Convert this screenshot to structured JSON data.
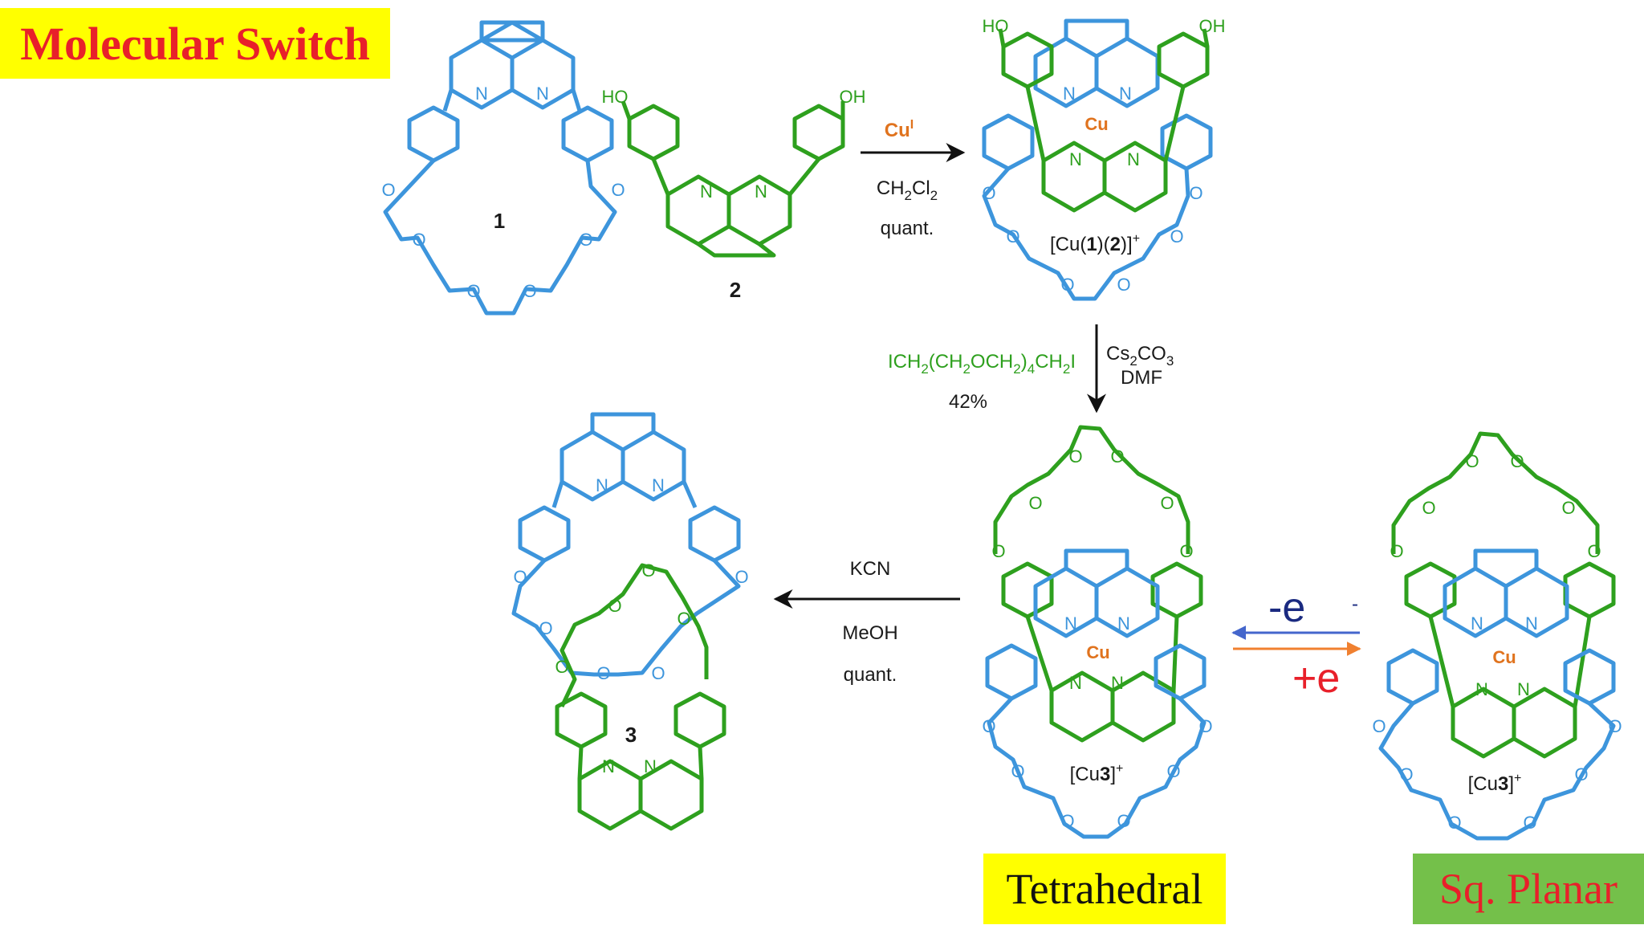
{
  "title": "Molecular Switch",
  "labels": {
    "tetrahedral": "Tetrahedral",
    "sq_planar": "Sq. Planar"
  },
  "compounds": {
    "c1": "1",
    "c2": "2",
    "c3": "3",
    "cu12_pre": "[Cu(",
    "cu12_n1": "1",
    "cu12_mid": ")(",
    "cu12_n2": "2",
    "cu12_post": ")]",
    "cu12_sup": "+",
    "cu3_pre": "[Cu",
    "cu3_num": "3",
    "cu3_post": "]",
    "cu3_sup": "+"
  },
  "atoms": {
    "cu": "Cu",
    "n": "N",
    "o": "O",
    "ho": "HO",
    "oh": "OH"
  },
  "conditions": {
    "step1_reagent": "Cu",
    "step1_reagent_sup": "I",
    "step1_solvent_a": "CH",
    "step1_solvent_sub": "2",
    "step1_solvent_b": "Cl",
    "step1_solvent_sub2": "2",
    "step1_yield": "quant.",
    "step2_reagent_a": "ICH",
    "step2_reagent_s1": "2",
    "step2_reagent_b": "(CH",
    "step2_reagent_s2": "2",
    "step2_reagent_c": "OCH",
    "step2_reagent_s3": "2",
    "step2_reagent_d": ")",
    "step2_reagent_s4": "4",
    "step2_reagent_e": "CH",
    "step2_reagent_s5": "2",
    "step2_reagent_f": "I",
    "step2_yield": "42%",
    "step2_base_a": "Cs",
    "step2_base_s1": "2",
    "step2_base_b": "CO",
    "step2_base_s2": "3",
    "step2_solvent": "DMF",
    "step3_reagent": "KCN",
    "step3_solvent": "MeOH",
    "step3_yield": "quant."
  },
  "redox": {
    "oxidation": "-e",
    "oxidation_sup": "-",
    "reduction": "+e"
  },
  "colors": {
    "blue_ligand": "#3d95dc",
    "green_ligand": "#2ea01e",
    "copper": "#e0731e",
    "title_bg": "#ffff00",
    "title_text": "#e8202a",
    "planar_bg": "#74c04a",
    "redox_ox_arrow": "#4466cc",
    "redox_red_arrow": "#f08030",
    "minus_e_text": "#1a2a80",
    "plus_e_text": "#e8202a"
  }
}
